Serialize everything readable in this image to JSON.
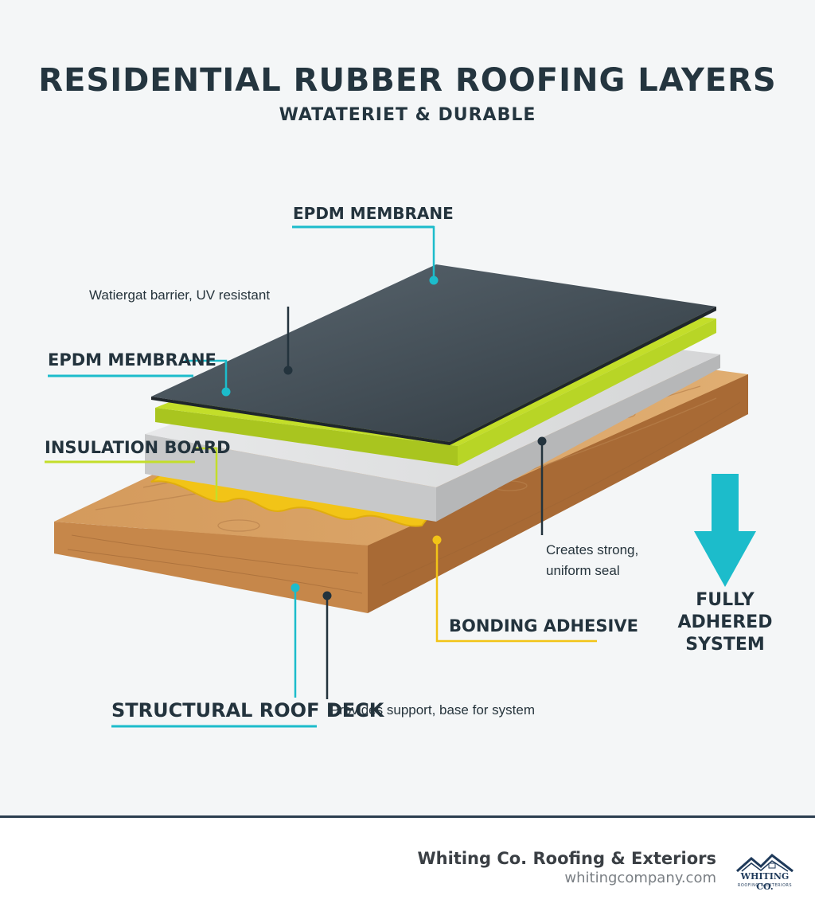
{
  "title": "RESIDENTIAL RUBBER ROOFING LAYERS",
  "subtitle": "WATATERIET & DURABLE",
  "labels": {
    "epdm_top": "EPDM MEMBRANE",
    "epdm_left": "EPDM MEMBRANE",
    "insulation": "INSULATION BOARD",
    "adhesive": "BONDING ADHESIVE",
    "deck": "STRUCTURAL ROOF DECK"
  },
  "descriptions": {
    "barrier": "Watiergat barrier, UV resistant",
    "seal_line1": "Creates strong,",
    "seal_line2": "uniform seal",
    "support": "Provides support, base for system"
  },
  "arrow_label": [
    "FULLY",
    "ADHERED",
    "SYSTEM"
  ],
  "footer": {
    "company": "Whiting Co. Roofing & Exteriors",
    "website": "whitingcompany.com",
    "logo_name": "WHITING CO.",
    "logo_tagline": "ROOFING & EXTERIORS"
  },
  "icons": {
    "direction": "down-arrow-icon",
    "logo": "house-roof-logo-icon"
  },
  "colors": {
    "cyan": "#1cbccb",
    "lime": "#c3de2a",
    "yellow": "#f2c417",
    "dark": "#23333d",
    "membrane": "#3d4850",
    "insulation": "#dedfe0",
    "wood": "#d9a066",
    "footer_rule": "#2c3e50"
  }
}
